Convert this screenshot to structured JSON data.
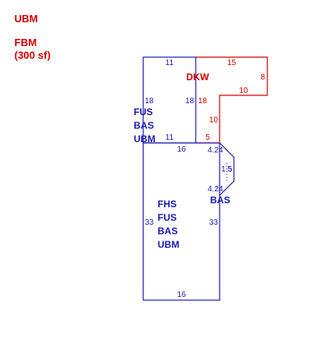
{
  "legend": {
    "line1": "UBM",
    "line2": "FBM",
    "line3": "(300 sf)"
  },
  "colors": {
    "blue": "#1a1ab0",
    "red": "#d40000"
  },
  "upper_section": {
    "top": "11",
    "left": "18",
    "right": "18",
    "bottom": "11",
    "labels": [
      "FUS",
      "BAS",
      "UBM"
    ]
  },
  "deck": {
    "label": "DKW",
    "top": "15",
    "right": "8",
    "step": "10",
    "left": "18",
    "lower_right": "10",
    "bottom": "5"
  },
  "main_section": {
    "top": "16",
    "left": "33",
    "right": "33",
    "bottom": "16",
    "labels": [
      "FHS",
      "FUS",
      "BAS",
      "UBM"
    ]
  },
  "bay": {
    "label": "BAS",
    "upper": "4.24",
    "side": "1.5",
    "side_inner": "5",
    "lower": "4.24"
  }
}
